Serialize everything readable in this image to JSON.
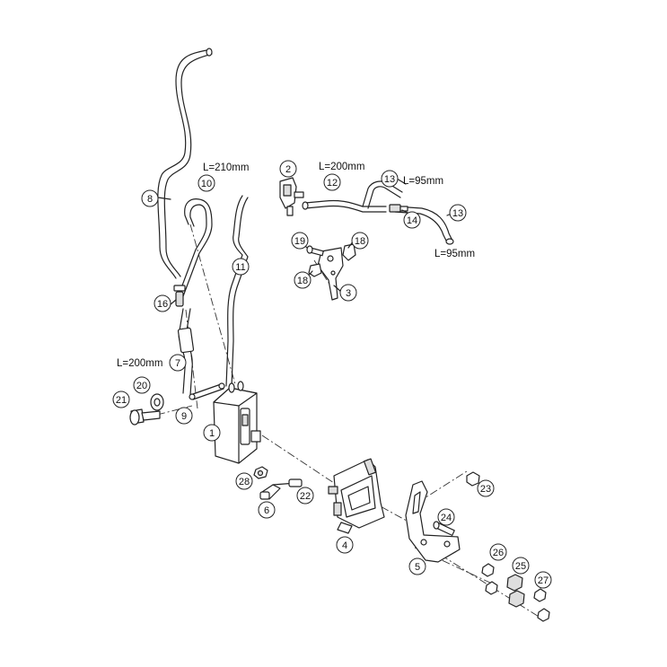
{
  "lengths": {
    "l10": "L=210mm",
    "l12": "L=200mm",
    "l13a": "L=95mm",
    "l13b": "L=95mm",
    "l7": "L=200mm"
  },
  "callouts": {
    "c1": "1",
    "c2": "2",
    "c3": "3",
    "c4": "4",
    "c5": "5",
    "c6": "6",
    "c7": "7",
    "c8": "8",
    "c9": "9",
    "c10": "10",
    "c11": "11",
    "c12": "12",
    "c13a": "13",
    "c13b": "13",
    "c14": "14",
    "c16": "16",
    "c18a": "18",
    "c18b": "18",
    "c19": "19",
    "c20": "20",
    "c21": "21",
    "c22": "22",
    "c23": "23",
    "c24": "24",
    "c25": "25",
    "c26": "26",
    "c27": "27",
    "c28": "28"
  }
}
